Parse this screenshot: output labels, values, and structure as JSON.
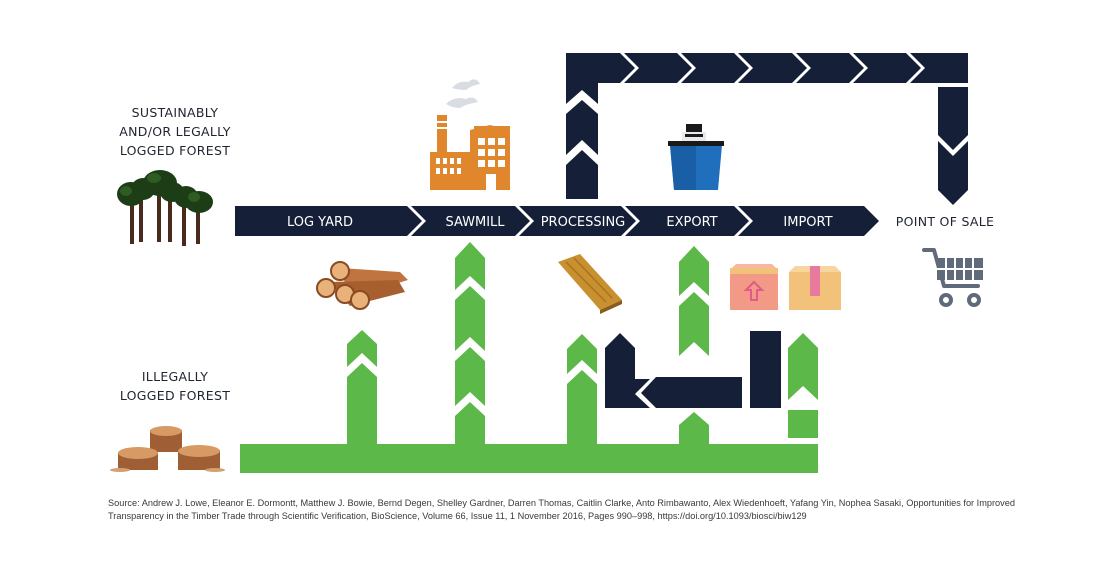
{
  "labels": {
    "legal_forest": [
      "SUSTAINABLY",
      "AND/OR LEGALLY",
      "LOGGED FOREST"
    ],
    "illegal_forest": [
      "ILLEGALLY",
      "LOGGED FOREST"
    ],
    "point_of_sale": "POINT OF SALE"
  },
  "stages": [
    "LOG YARD",
    "SAWMILL",
    "PROCESSING",
    "EXPORT",
    "IMPORT"
  ],
  "source": "Source: Andrew J. Lowe, Eleanor E. Dormontt, Matthew J. Bowie, Bernd Degen, Shelley Gardner, Darren Thomas, Caitlin Clarke, Anto Rimbawanto, Alex Wiedenhoeft, Yafang Yin, Nophea Sasaki, Opportunities for Improved Transparency in the Timber Trade through Scientific Verification, BioScience, Volume 66, Issue 11, 1 November 2016, Pages 990–998, https://doi.org/10.1093/biosci/biw129",
  "colors": {
    "navy": "#152038",
    "green": "#5bb849",
    "factory": "#e0872e",
    "ship_blue": "#1f6fbd",
    "cart": "#5f6b7a",
    "log": "#c07440",
    "plank": "#c8902f",
    "box_pink": "#f29a86",
    "box_tan": "#f3c27a",
    "stump": "#a05e34"
  },
  "icons": [
    "trees-icon",
    "factory-icon",
    "ship-icon",
    "shopping-cart-icon",
    "logs-icon",
    "plank-icon",
    "boxes-icon",
    "stumps-icon"
  ]
}
